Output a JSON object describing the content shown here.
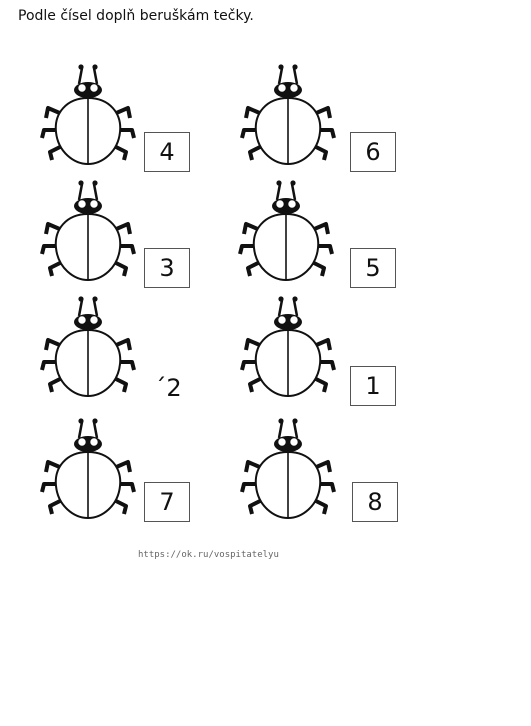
{
  "instruction": "Podle čísel doplň beruškám tečky.",
  "tasks": [
    {
      "number": "4"
    },
    {
      "number": "6"
    },
    {
      "number": "3"
    },
    {
      "number": "5"
    },
    {
      "number": "´2"
    },
    {
      "number": "1"
    },
    {
      "number": "7"
    },
    {
      "number": "8"
    }
  ],
  "source_url": "https://ok.ru/vospitatelyu"
}
